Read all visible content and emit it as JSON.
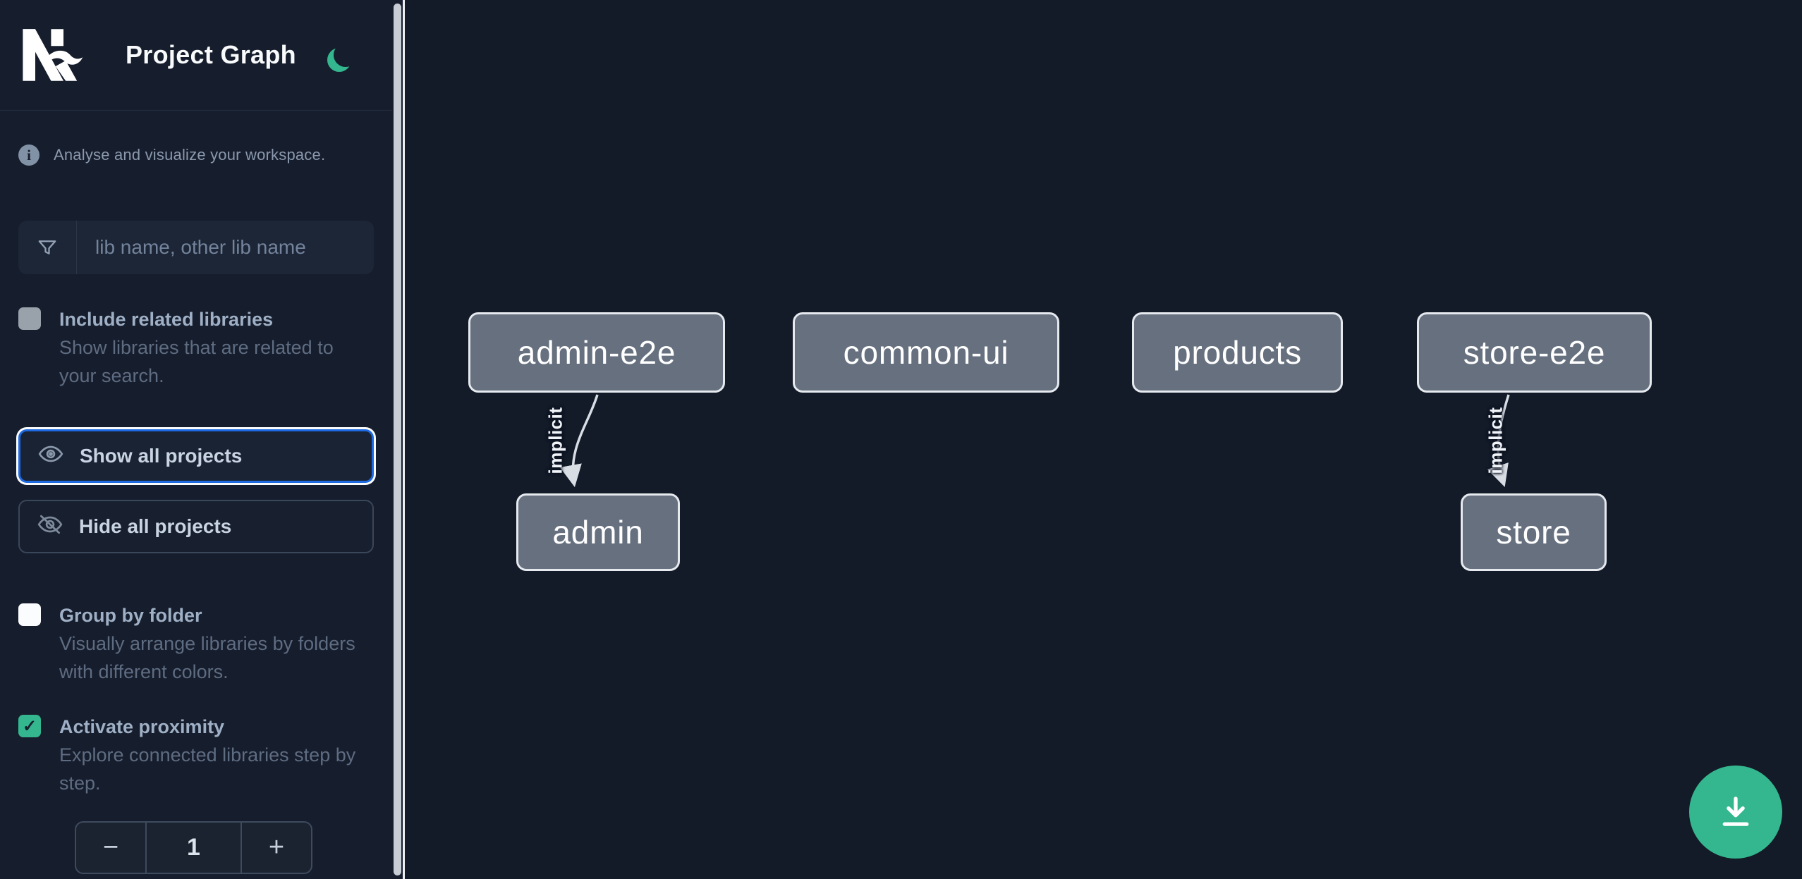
{
  "header": {
    "title": "Project Graph"
  },
  "sidebar": {
    "info_text": "Analyse and visualize your workspace.",
    "search_placeholder": "lib name, other lib name",
    "include_related": {
      "label": "Include related libraries",
      "desc": "Show libraries that are related to your search.",
      "checked": false
    },
    "show_all_label": "Show all projects",
    "hide_all_label": "Hide all projects",
    "group_by_folder": {
      "label": "Group by folder",
      "desc": "Visually arrange libraries by folders with different colors.",
      "checked": false
    },
    "proximity": {
      "label": "Activate proximity",
      "desc": "Explore connected libraries step by step.",
      "checked": true,
      "depth_value": "1"
    }
  },
  "icons": {
    "check": "✓",
    "minus": "−",
    "plus": "+",
    "info": "i"
  },
  "colors": {
    "accent_green": "#34b78e",
    "focus_blue": "#1e6ae2",
    "node_fill": "#66707f",
    "sidebar_bg": "#161d2c",
    "canvas_bg": "#131a28"
  },
  "graph": {
    "nodes": [
      {
        "id": "admin-e2e",
        "label": "admin-e2e"
      },
      {
        "id": "common-ui",
        "label": "common-ui"
      },
      {
        "id": "products",
        "label": "products"
      },
      {
        "id": "store-e2e",
        "label": "store-e2e"
      },
      {
        "id": "admin",
        "label": "admin"
      },
      {
        "id": "store",
        "label": "store"
      }
    ],
    "edges": [
      {
        "from": "admin-e2e",
        "to": "admin",
        "label": "implicit"
      },
      {
        "from": "store-e2e",
        "to": "store",
        "label": "implicit"
      }
    ]
  }
}
